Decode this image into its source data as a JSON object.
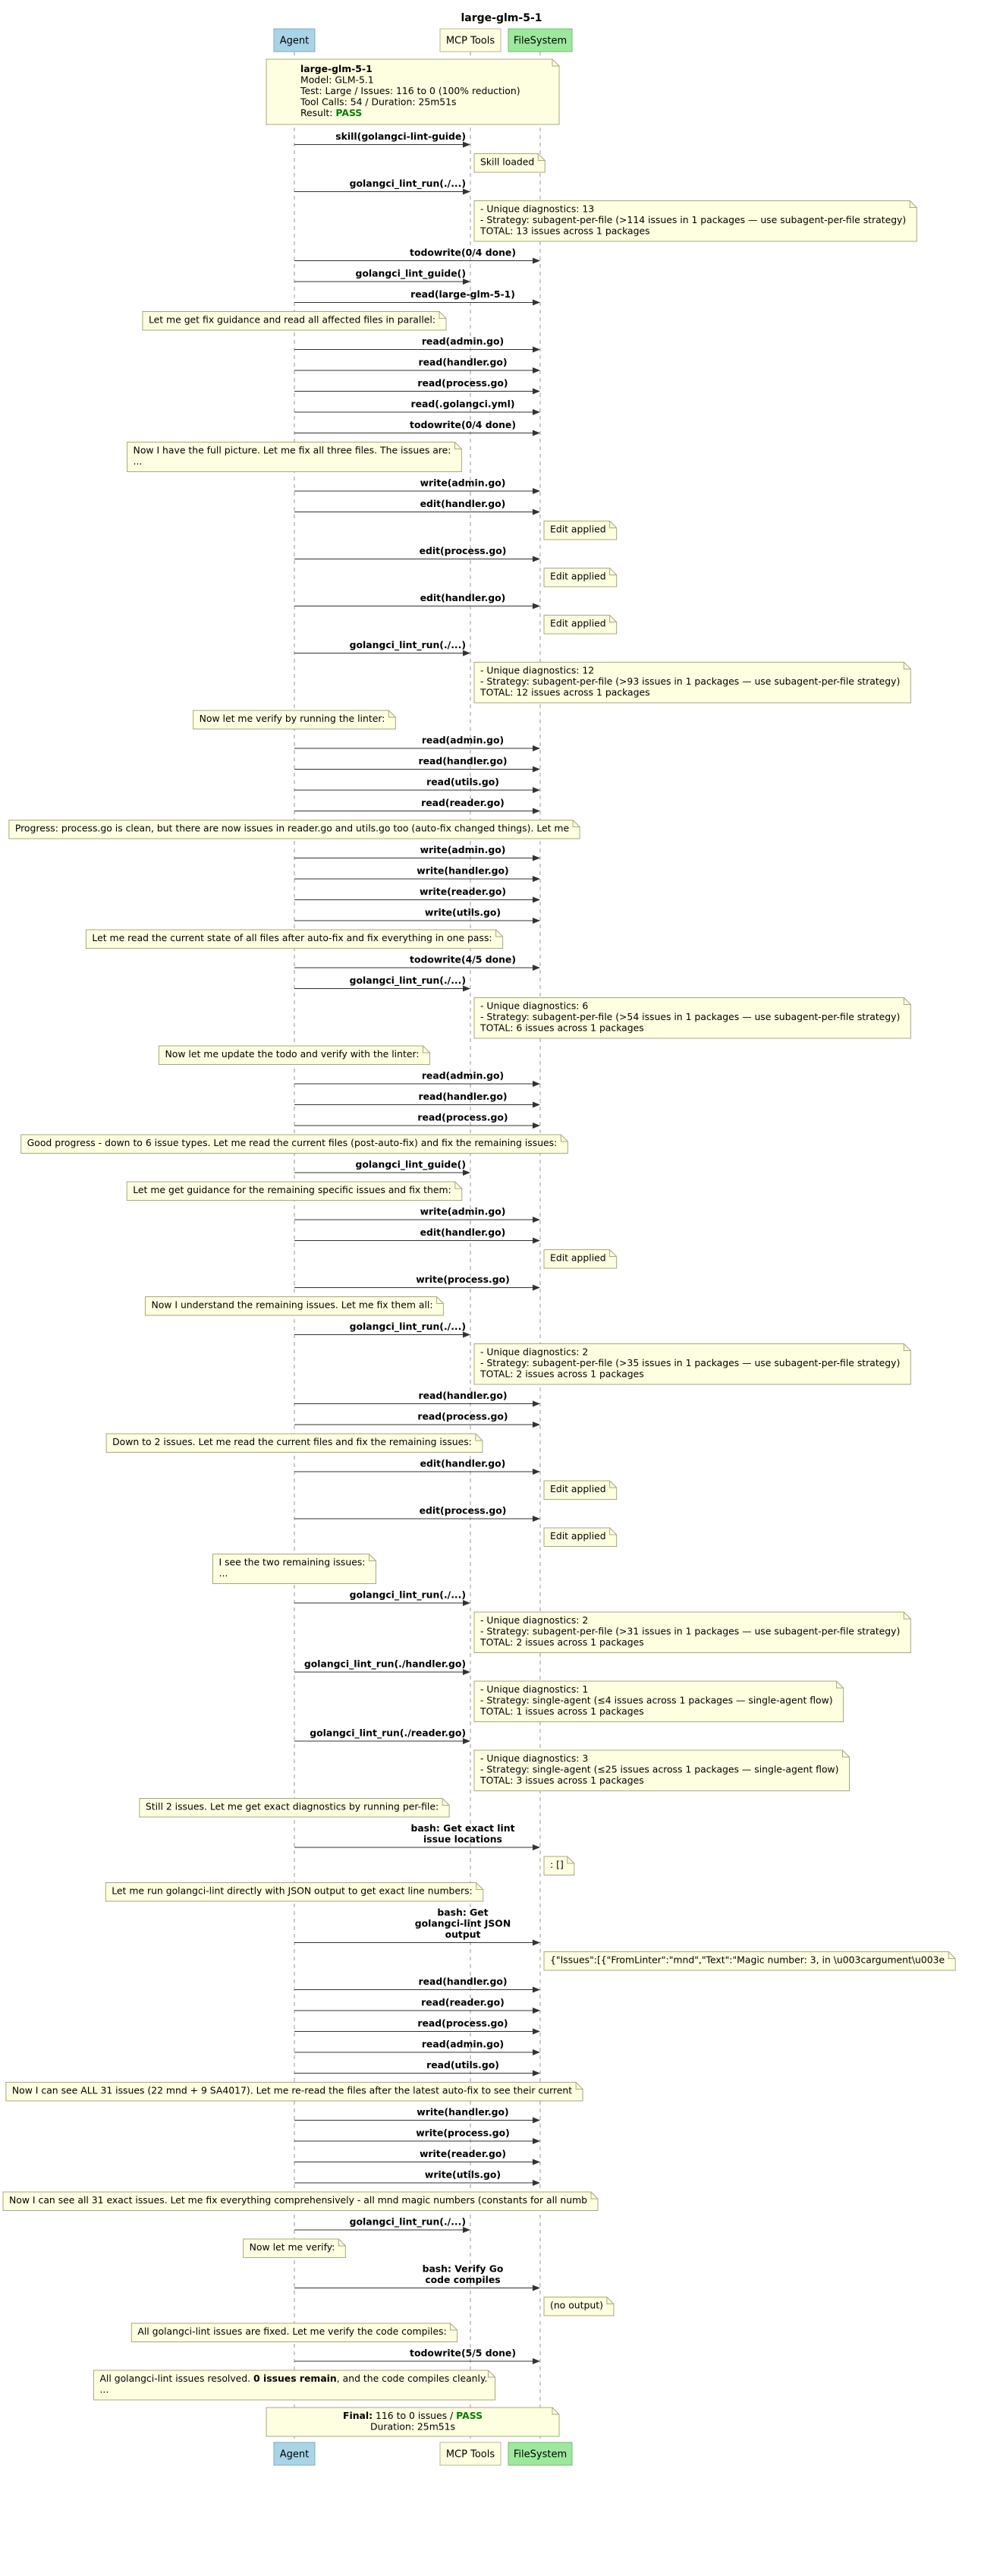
{
  "title": "large-glm-5-1",
  "participants": [
    {
      "name": "Agent",
      "fill": "#a9d4e6",
      "stroke": "#7aaec4"
    },
    {
      "name": "MCP Tools",
      "fill": "#fefee0",
      "stroke": "#b9b98a"
    },
    {
      "name": "FileSystem",
      "fill": "#9ee89e",
      "stroke": "#6cbf6c"
    }
  ],
  "colors": {
    "note_fill": "#fefee0",
    "note_stroke": "#a8a882",
    "pass": "#008000",
    "line": "#333333",
    "lifeline": "#999999"
  },
  "summary_note": {
    "lines": [
      [
        {
          "t": "large-glm-5-1",
          "b": true
        }
      ],
      [
        {
          "t": "Model: GLM-5.1"
        }
      ],
      [
        {
          "t": "Test: Large / Issues: 116 to 0 (100% reduction)"
        }
      ],
      [
        {
          "t": "Tool Calls: 54 / Duration: 25m51s"
        }
      ],
      [
        {
          "t": "Result: "
        },
        {
          "t": "PASS",
          "b": true,
          "c": "pass"
        }
      ]
    ]
  },
  "events": [
    {
      "k": "m",
      "to": 1,
      "label": [
        "skill(golangci-lint-guide)"
      ]
    },
    {
      "k": "n",
      "over": 1,
      "lines": [
        "Skill loaded"
      ]
    },
    {
      "k": "m",
      "to": 1,
      "label": [
        "golangci_lint_run(./...)"
      ]
    },
    {
      "k": "n",
      "over": 1,
      "lines": [
        "- Unique diagnostics: 13",
        "- Strategy: subagent-per-file (&gt;114 issues in 1 packages — use subagent-per-file strategy)",
        "TOTAL: 13 issues across 1 packages"
      ]
    },
    {
      "k": "m",
      "to": 2,
      "label": [
        "todowrite(0/4 done)"
      ]
    },
    {
      "k": "m",
      "to": 1,
      "label": [
        "golangci_lint_guide()"
      ]
    },
    {
      "k": "m",
      "to": 2,
      "label": [
        "read(large-glm-5-1)"
      ]
    },
    {
      "k": "n",
      "over": 0,
      "lines": [
        "Let me get fix guidance and read all affected files in parallel:"
      ]
    },
    {
      "k": "m",
      "to": 2,
      "label": [
        "read(admin.go)"
      ]
    },
    {
      "k": "m",
      "to": 2,
      "label": [
        "read(handler.go)"
      ]
    },
    {
      "k": "m",
      "to": 2,
      "label": [
        "read(process.go)"
      ]
    },
    {
      "k": "m",
      "to": 2,
      "label": [
        "read(.golangci.yml)"
      ]
    },
    {
      "k": "m",
      "to": 2,
      "label": [
        "todowrite(0/4 done)"
      ]
    },
    {
      "k": "n",
      "over": 0,
      "lines": [
        "Now I have the full picture. Let me fix all three files. The issues are:",
        "..."
      ]
    },
    {
      "k": "m",
      "to": 2,
      "label": [
        "write(admin.go)"
      ]
    },
    {
      "k": "m",
      "to": 2,
      "label": [
        "edit(handler.go)"
      ]
    },
    {
      "k": "n",
      "over": 2,
      "lines": [
        "Edit applied"
      ]
    },
    {
      "k": "m",
      "to": 2,
      "label": [
        "edit(process.go)"
      ]
    },
    {
      "k": "n",
      "over": 2,
      "lines": [
        "Edit applied"
      ]
    },
    {
      "k": "m",
      "to": 2,
      "label": [
        "edit(handler.go)"
      ]
    },
    {
      "k": "n",
      "over": 2,
      "lines": [
        "Edit applied"
      ]
    },
    {
      "k": "m",
      "to": 1,
      "label": [
        "golangci_lint_run(./...)"
      ]
    },
    {
      "k": "n",
      "over": 1,
      "lines": [
        "- Unique diagnostics: 12",
        "- Strategy: subagent-per-file (&gt;93 issues in 1 packages — use subagent-per-file strategy)",
        "TOTAL: 12 issues across 1 packages"
      ]
    },
    {
      "k": "n",
      "over": 0,
      "lines": [
        "Now let me verify by running the linter:"
      ]
    },
    {
      "k": "m",
      "to": 2,
      "label": [
        "read(admin.go)"
      ]
    },
    {
      "k": "m",
      "to": 2,
      "label": [
        "read(handler.go)"
      ]
    },
    {
      "k": "m",
      "to": 2,
      "label": [
        "read(utils.go)"
      ]
    },
    {
      "k": "m",
      "to": 2,
      "label": [
        "read(reader.go)"
      ]
    },
    {
      "k": "n",
      "over": 0,
      "lines": [
        "Progress: process.go is clean, but there are now issues in reader.go and utils.go too (auto-fix changed things). Let me"
      ]
    },
    {
      "k": "m",
      "to": 2,
      "label": [
        "write(admin.go)"
      ]
    },
    {
      "k": "m",
      "to": 2,
      "label": [
        "write(handler.go)"
      ]
    },
    {
      "k": "m",
      "to": 2,
      "label": [
        "write(reader.go)"
      ]
    },
    {
      "k": "m",
      "to": 2,
      "label": [
        "write(utils.go)"
      ]
    },
    {
      "k": "n",
      "over": 0,
      "lines": [
        "Let me read the current state of all files after auto-fix and fix everything in one pass:"
      ]
    },
    {
      "k": "m",
      "to": 2,
      "label": [
        "todowrite(4/5 done)"
      ]
    },
    {
      "k": "m",
      "to": 1,
      "label": [
        "golangci_lint_run(./...)"
      ]
    },
    {
      "k": "n",
      "over": 1,
      "lines": [
        "- Unique diagnostics: 6",
        "- Strategy: subagent-per-file (&gt;54 issues in 1 packages — use subagent-per-file strategy)",
        "TOTAL: 6 issues across 1 packages"
      ]
    },
    {
      "k": "n",
      "over": 0,
      "lines": [
        "Now let me update the todo and verify with the linter:"
      ]
    },
    {
      "k": "m",
      "to": 2,
      "label": [
        "read(admin.go)"
      ]
    },
    {
      "k": "m",
      "to": 2,
      "label": [
        "read(handler.go)"
      ]
    },
    {
      "k": "m",
      "to": 2,
      "label": [
        "read(process.go)"
      ]
    },
    {
      "k": "n",
      "over": 0,
      "lines": [
        "Good progress - down to 6 issue types. Let me read the current files (post-auto-fix) and fix the remaining issues:"
      ]
    },
    {
      "k": "m",
      "to": 1,
      "label": [
        "golangci_lint_guide()"
      ]
    },
    {
      "k": "n",
      "over": 0,
      "lines": [
        "Let me get guidance for the remaining specific issues and fix them:"
      ]
    },
    {
      "k": "m",
      "to": 2,
      "label": [
        "write(admin.go)"
      ]
    },
    {
      "k": "m",
      "to": 2,
      "label": [
        "edit(handler.go)"
      ]
    },
    {
      "k": "n",
      "over": 2,
      "lines": [
        "Edit applied"
      ]
    },
    {
      "k": "m",
      "to": 2,
      "label": [
        "write(process.go)"
      ]
    },
    {
      "k": "n",
      "over": 0,
      "lines": [
        "Now I understand the remaining issues. Let me fix them all:"
      ]
    },
    {
      "k": "m",
      "to": 1,
      "label": [
        "golangci_lint_run(./...)"
      ]
    },
    {
      "k": "n",
      "over": 1,
      "lines": [
        "- Unique diagnostics: 2",
        "- Strategy: subagent-per-file (&gt;35 issues in 1 packages — use subagent-per-file strategy)",
        "TOTAL: 2 issues across 1 packages"
      ]
    },
    {
      "k": "m",
      "to": 2,
      "label": [
        "read(handler.go)"
      ]
    },
    {
      "k": "m",
      "to": 2,
      "label": [
        "read(process.go)"
      ]
    },
    {
      "k": "n",
      "over": 0,
      "lines": [
        "Down to 2 issues. Let me read the current files and fix the remaining issues:"
      ]
    },
    {
      "k": "m",
      "to": 2,
      "label": [
        "edit(handler.go)"
      ]
    },
    {
      "k": "n",
      "over": 2,
      "lines": [
        "Edit applied"
      ]
    },
    {
      "k": "m",
      "to": 2,
      "label": [
        "edit(process.go)"
      ]
    },
    {
      "k": "n",
      "over": 2,
      "lines": [
        "Edit applied"
      ]
    },
    {
      "k": "n",
      "over": 0,
      "lines": [
        "I see the two remaining issues:",
        "..."
      ]
    },
    {
      "k": "m",
      "to": 1,
      "label": [
        "golangci_lint_run(./...)"
      ]
    },
    {
      "k": "n",
      "over": 1,
      "lines": [
        "- Unique diagnostics: 2",
        "- Strategy: subagent-per-file (&gt;31 issues in 1 packages — use subagent-per-file strategy)",
        "TOTAL: 2 issues across 1 packages"
      ]
    },
    {
      "k": "m",
      "to": 1,
      "label": [
        "golangci_lint_run(./handler.go)"
      ]
    },
    {
      "k": "n",
      "over": 1,
      "lines": [
        "- Unique diagnostics: 1",
        "- Strategy: single-agent (≤4 issues across 1 packages — single-agent flow)",
        "TOTAL: 1 issues across 1 packages"
      ]
    },
    {
      "k": "m",
      "to": 1,
      "label": [
        "golangci_lint_run(./reader.go)"
      ]
    },
    {
      "k": "n",
      "over": 1,
      "lines": [
        "- Unique diagnostics: 3",
        "- Strategy: single-agent (≤25 issues across 1 packages — single-agent flow)",
        "TOTAL: 3 issues across 1 packages"
      ]
    },
    {
      "k": "n",
      "over": 0,
      "lines": [
        "Still 2 issues. Let me get exact diagnostics by running per-file:"
      ]
    },
    {
      "k": "m",
      "to": 2,
      "label": [
        "bash: Get exact lint",
        "issue locations"
      ]
    },
    {
      "k": "n",
      "over": 2,
      "lines": [
        ": []"
      ]
    },
    {
      "k": "n",
      "over": 0,
      "lines": [
        "Let me run golangci-lint directly with JSON output to get exact line numbers:"
      ]
    },
    {
      "k": "m",
      "to": 2,
      "label": [
        "bash: Get",
        "golangci-lint JSON",
        "output"
      ]
    },
    {
      "k": "n",
      "over": 2,
      "lines": [
        "{\"Issues\":[{\"FromLinter\":\"mnd\",\"Text\":\"Magic number: 3, in \\u003cargument\\u003e"
      ]
    },
    {
      "k": "m",
      "to": 2,
      "label": [
        "read(handler.go)"
      ]
    },
    {
      "k": "m",
      "to": 2,
      "label": [
        "read(reader.go)"
      ]
    },
    {
      "k": "m",
      "to": 2,
      "label": [
        "read(process.go)"
      ]
    },
    {
      "k": "m",
      "to": 2,
      "label": [
        "read(admin.go)"
      ]
    },
    {
      "k": "m",
      "to": 2,
      "label": [
        "read(utils.go)"
      ]
    },
    {
      "k": "n",
      "over": 0,
      "lines": [
        "Now I can see ALL 31 issues (22 mnd + 9 SA4017). Let me re-read the files after the latest auto-fix to see their current"
      ]
    },
    {
      "k": "m",
      "to": 2,
      "label": [
        "write(handler.go)"
      ]
    },
    {
      "k": "m",
      "to": 2,
      "label": [
        "write(process.go)"
      ]
    },
    {
      "k": "m",
      "to": 2,
      "label": [
        "write(reader.go)"
      ]
    },
    {
      "k": "m",
      "to": 2,
      "label": [
        "write(utils.go)"
      ]
    },
    {
      "k": "n",
      "over": 0,
      "lines": [
        "Now I can see all 31 exact issues. Let me fix everything comprehensively - all mnd magic numbers (constants for all numb"
      ]
    },
    {
      "k": "m",
      "to": 1,
      "label": [
        "golangci_lint_run(./...)"
      ]
    },
    {
      "k": "n",
      "over": 0,
      "lines": [
        "Now let me verify:"
      ]
    },
    {
      "k": "m",
      "to": 2,
      "label": [
        "bash: Verify Go",
        "code compiles"
      ]
    },
    {
      "k": "n",
      "over": 2,
      "lines": [
        "(no output)"
      ]
    },
    {
      "k": "n",
      "over": 0,
      "lines": [
        "All golangci-lint issues are fixed. Let me verify the code compiles:"
      ]
    },
    {
      "k": "m",
      "to": 2,
      "label": [
        "todowrite(5/5 done)"
      ]
    },
    {
      "k": "n",
      "over": 0,
      "rich": [
        [
          {
            "t": "All golangci-lint issues resolved. "
          },
          {
            "t": "0 issues remain",
            "b": true
          },
          {
            "t": ", and the code compiles cleanly."
          }
        ],
        [
          {
            "t": "..."
          }
        ]
      ]
    }
  ],
  "final_note": {
    "lines": [
      [
        {
          "t": "Final:",
          "b": true
        },
        {
          "t": " 116 to 0 issues / "
        },
        {
          "t": "PASS",
          "b": true,
          "c": "pass"
        }
      ],
      [
        {
          "t": "Duration: 25m51s"
        }
      ]
    ]
  }
}
